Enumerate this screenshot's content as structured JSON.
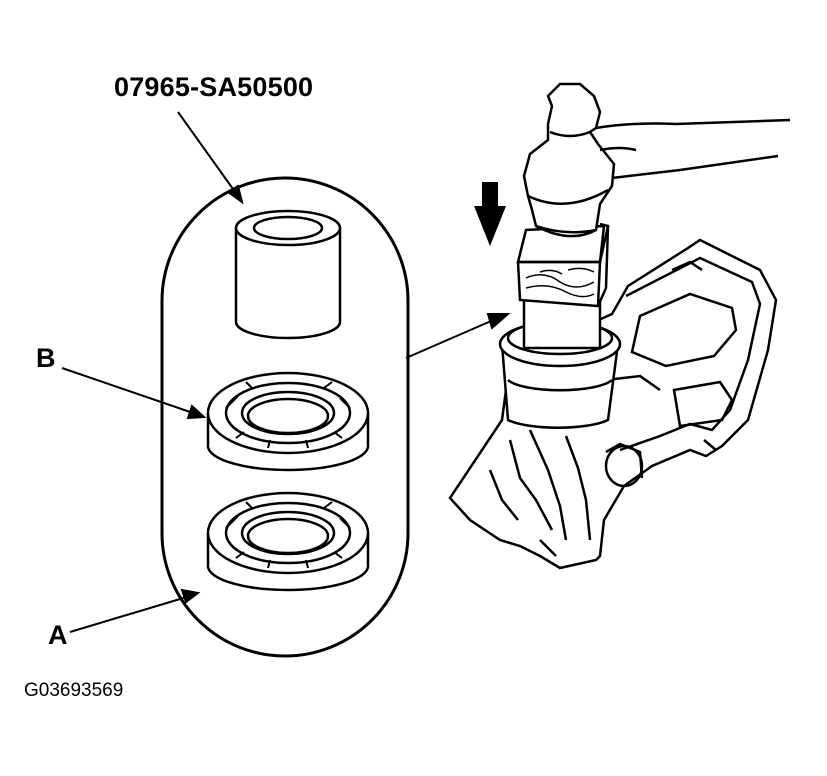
{
  "labels": {
    "tool_number": "07965-SA50500",
    "callout_b": "B",
    "callout_a": "A",
    "figure_id": "G03693569"
  },
  "colors": {
    "ink": "#000000",
    "paper": "#ffffff"
  },
  "icons": [
    "down-arrow-icon",
    "hammer-icon"
  ]
}
